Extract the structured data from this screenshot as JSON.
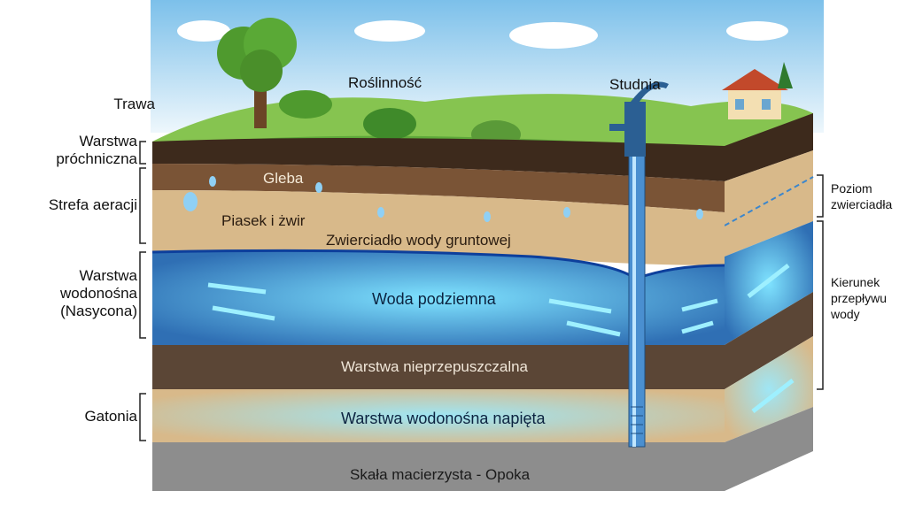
{
  "top_labels": {
    "grass": "Trawa",
    "vegetation": "Roślinność",
    "well": "Studnia"
  },
  "left_labels": {
    "humus": "Warstwa próchniczna",
    "aeration": "Strefa aeracji",
    "aquifer": "Warstwa wodonośna (Nasycona)",
    "gatonia": "Gatonia"
  },
  "right_labels": {
    "water_level": "Poziom zwierciadła",
    "flow": "Kierunek przepływu wody"
  },
  "layers": {
    "soil": "Gleba",
    "sand": "Piasek i żwir",
    "water_table": "Zwierciadło wody gruntowej",
    "groundwater": "Woda podziemna",
    "impermeable": "Warstwa nieprzepuszczalna",
    "confined": "Warstwa wodonośna napięta",
    "bedrock": "Skała macierzysta - Opoka"
  },
  "colors": {
    "water": "#3b86cc",
    "soil": "#7a5436",
    "humus": "#3d2a1c",
    "sand": "#d8b98a",
    "rock": "#8d8d8d"
  }
}
